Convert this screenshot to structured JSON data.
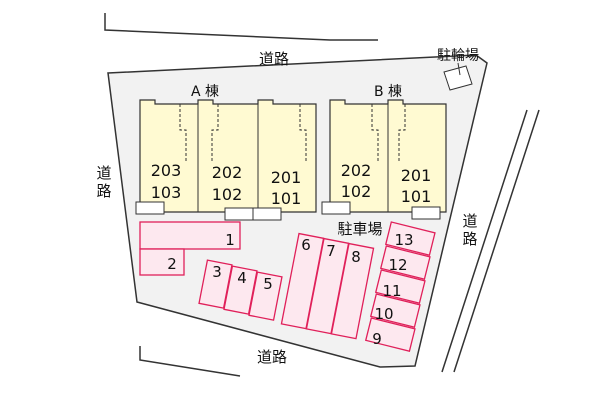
{
  "colors": {
    "lot_fill": "#f2f2f2",
    "building_fill": "#fffad2",
    "parking_stroke": "#e0205a",
    "parking_fill": "#fde8ef",
    "line": "#333333"
  },
  "roads": {
    "north": "道路",
    "west": "道路",
    "east": "道路",
    "south": "道路"
  },
  "bicycle_parking": "駐輪場",
  "parking_label": "駐車場",
  "buildings": {
    "a": {
      "name": "A 棟",
      "units": [
        {
          "upper": "203",
          "lower": "103"
        },
        {
          "upper": "202",
          "lower": "102"
        },
        {
          "upper": "201",
          "lower": "101"
        }
      ]
    },
    "b": {
      "name": "B 棟",
      "units": [
        {
          "upper": "202",
          "lower": "102"
        },
        {
          "upper": "201",
          "lower": "101"
        }
      ]
    }
  },
  "parking_slots": [
    "1",
    "2",
    "3",
    "4",
    "5",
    "6",
    "7",
    "8",
    "9",
    "10",
    "11",
    "12",
    "13"
  ]
}
